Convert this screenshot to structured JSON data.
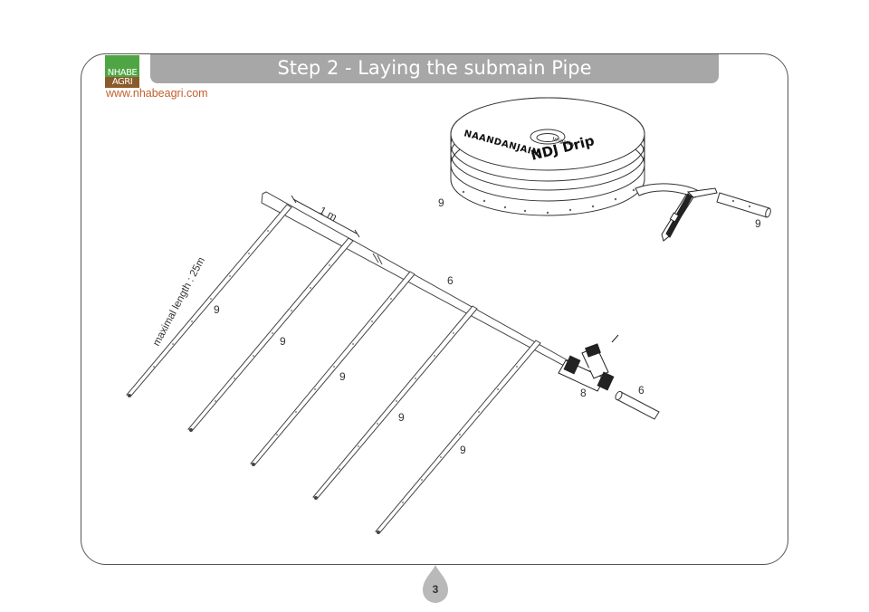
{
  "header": {
    "title": "Step 2 - Laying the submain Pipe",
    "logo_line1": "NHABE",
    "logo_line2": "AGRI",
    "website": "www.nhabeagri.com"
  },
  "diagram": {
    "spacing_label": "1 m",
    "max_length_label": "maximal length : 25m",
    "submain_label": "6",
    "lateral_labels": [
      "9",
      "9",
      "9",
      "9",
      "9"
    ],
    "fitting_label": "8",
    "pipe_piece_label": "6",
    "reel_label": "9",
    "cut_piece_label": "9",
    "reel_brand": "NAANDANJAIN",
    "reel_brand_sub": "Irrigation",
    "reel_product": "NDJ Drip"
  },
  "footer": {
    "page_number": "3"
  },
  "colors": {
    "title_bar": "#a7a7a7",
    "logo_green": "#4fa543",
    "logo_brown": "#8b5a2b",
    "website_text": "#c0602a",
    "page_tab": "#b9b9b9"
  }
}
